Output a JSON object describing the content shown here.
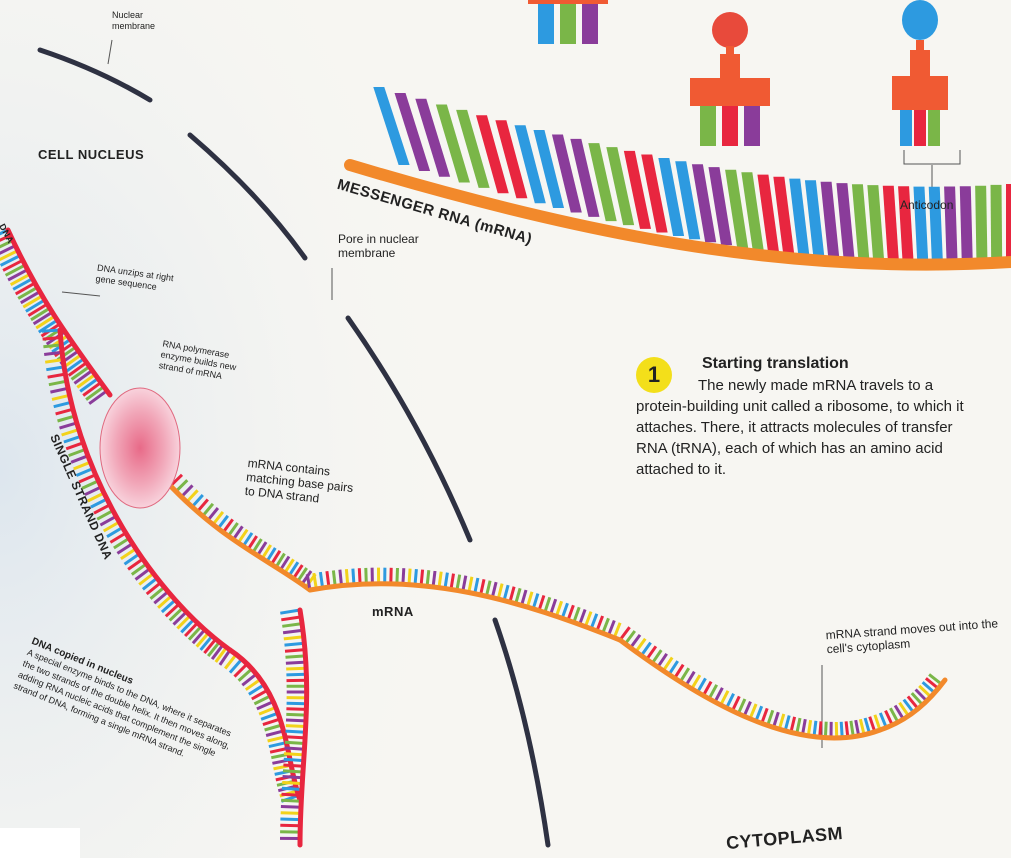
{
  "labels": {
    "nuclear_membrane": "Nuclear membrane",
    "cell_nucleus": "CELL NUCLEUS",
    "dna": "DNA",
    "dna_unzips": "DNA unzips at right gene sequence",
    "rna_polymerase": "RNA polymerase enzyme builds new strand of mRNA",
    "mrna_contains": "mRNA contains matching base pairs to DNA strand",
    "single_strand_dna": "SINGLE STRAND DNA",
    "pore": "Pore in nuclear membrane",
    "messenger_rna": "MESSENGER RNA (mRNA)",
    "anticodon": "Anticodon",
    "mrna": "mRNA",
    "mrna_moves_out": "mRNA strand moves out into the cell's cytoplasm",
    "cytoplasm": "CYTOPLASM"
  },
  "step": {
    "number": "1",
    "title": "Starting translation",
    "body": "The newly made mRNA travels to a protein-building unit called a ribosome, to which it attaches. There, it attracts molecules of transfer RNA (tRNA), each of which has an amino acid attached to it."
  },
  "dna_copied": {
    "title": "DNA copied in nucleus",
    "body": "A special enzyme binds to the DNA, where it separates the two strands of the double helix. It then moves along, adding RNA nucleic acids that complement the single strand of DNA, forming a single mRNA strand."
  },
  "colors": {
    "background": "#f7f6f2",
    "membrane": "#2e3142",
    "backbone_orange": "#f2892b",
    "backbone_red": "#e8263f",
    "base_blue": "#2d9ae0",
    "base_red": "#e8263f",
    "base_green": "#7ab648",
    "base_purple": "#8a3c9a",
    "base_yellow": "#f2d21a",
    "trna_body": "#f05a33",
    "amino_red": "#e84a3b",
    "amino_blue": "#2d9ae0",
    "step_badge": "#f3df1a"
  }
}
